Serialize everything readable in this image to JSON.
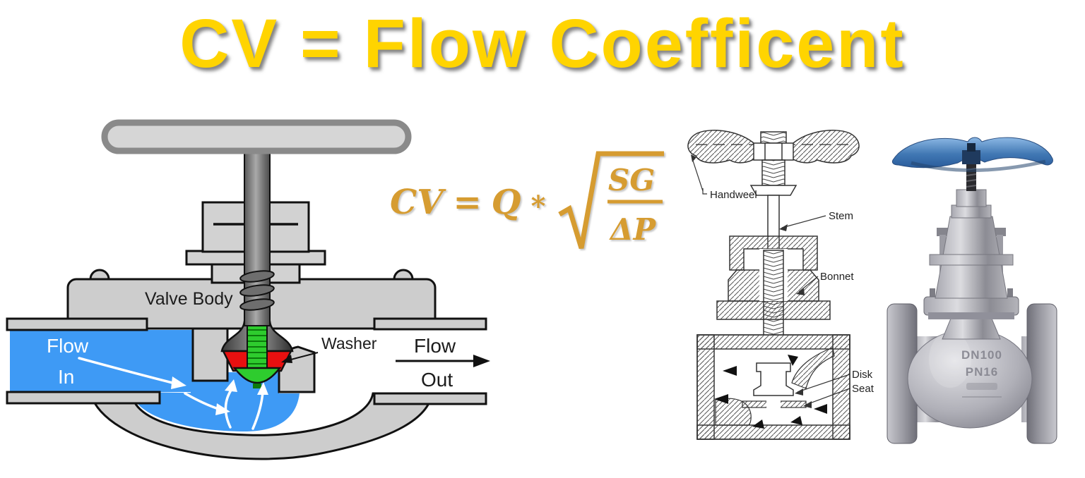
{
  "title": "CV = Flow Coefficent",
  "formula": {
    "lhs": "CV",
    "eq": "=",
    "flow_var": "Q",
    "times": "*",
    "numerator": "SG",
    "denominator": "ΔP"
  },
  "cutaway": {
    "labels": {
      "valve_body": "Valve Body",
      "flow_in": [
        "Flow",
        "In"
      ],
      "washer": "Washer",
      "flow_out": [
        "Flow",
        "Out"
      ]
    },
    "colors": {
      "fluid_blue": "#3E9AF5",
      "body_gray": "#CDCDCD",
      "washer_red": "#E81010",
      "disk_green": "#2ECC2E"
    }
  },
  "schematic": {
    "labels": {
      "handwheel": "Handweel",
      "stem": "Stem",
      "bonnet": "Bonnet",
      "disk": "Disk",
      "seat": "Seat"
    }
  },
  "photo": {
    "handwheel_color": "#4178B4",
    "cast_text": [
      "DN100",
      "PN16"
    ]
  },
  "title_color": "#FFD400",
  "formula_color": "#D69C31",
  "background": "#FFFFFF"
}
